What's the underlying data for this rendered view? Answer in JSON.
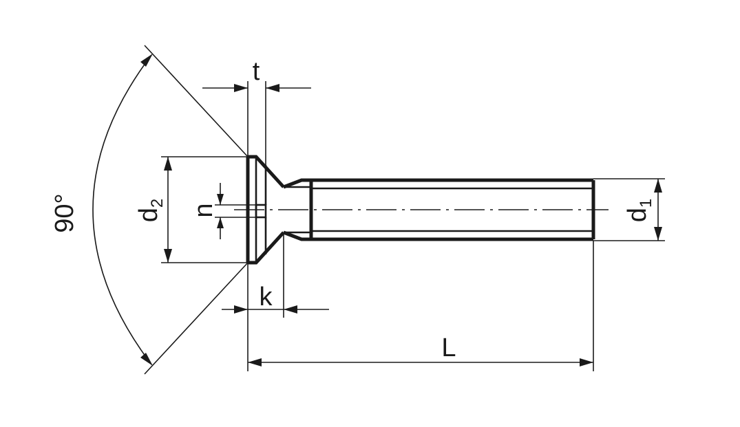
{
  "dimensions": {
    "angle": "90°",
    "t": "t",
    "n": "n",
    "k": "k",
    "L": "L",
    "d2": {
      "base": "d",
      "sub": "2"
    },
    "d1": {
      "base": "d",
      "sub": "1"
    }
  },
  "colors": {
    "line": "#1a1a1a",
    "background": "#ffffff"
  }
}
